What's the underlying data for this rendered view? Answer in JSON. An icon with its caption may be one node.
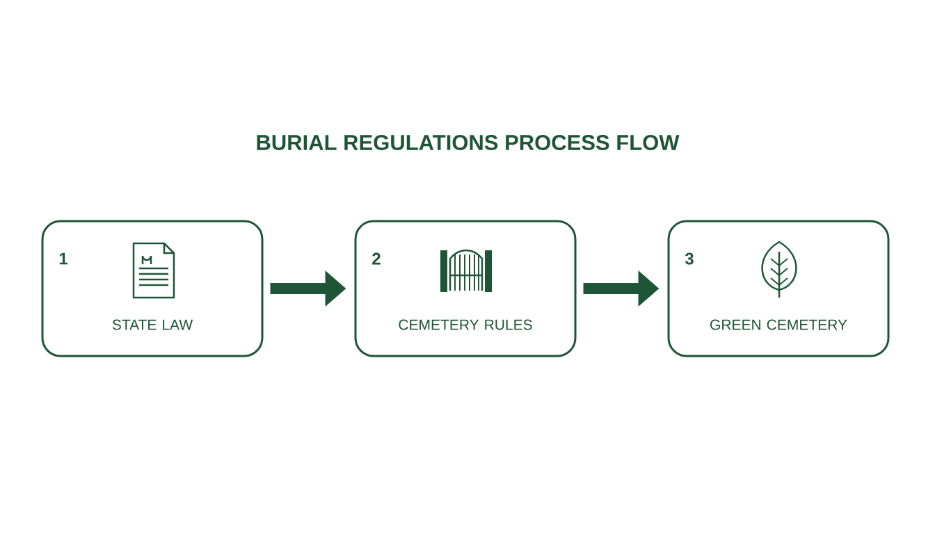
{
  "diagram": {
    "title": "BURIAL REGULATIONS PROCESS FLOW",
    "nodes": [
      {
        "text": [
          "1",
          "STATE LAW"
        ]
      },
      {
        "text": [
          "2",
          "CEMETERY RULES"
        ]
      },
      {
        "text": [
          "3",
          "GREEN CEMETERY"
        ]
      }
    ],
    "edges": [
      {
        "from": 0,
        "to": 1,
        "arrow": "to"
      },
      {
        "from": 1,
        "to": 2,
        "arrow": "to"
      }
    ]
  }
}
